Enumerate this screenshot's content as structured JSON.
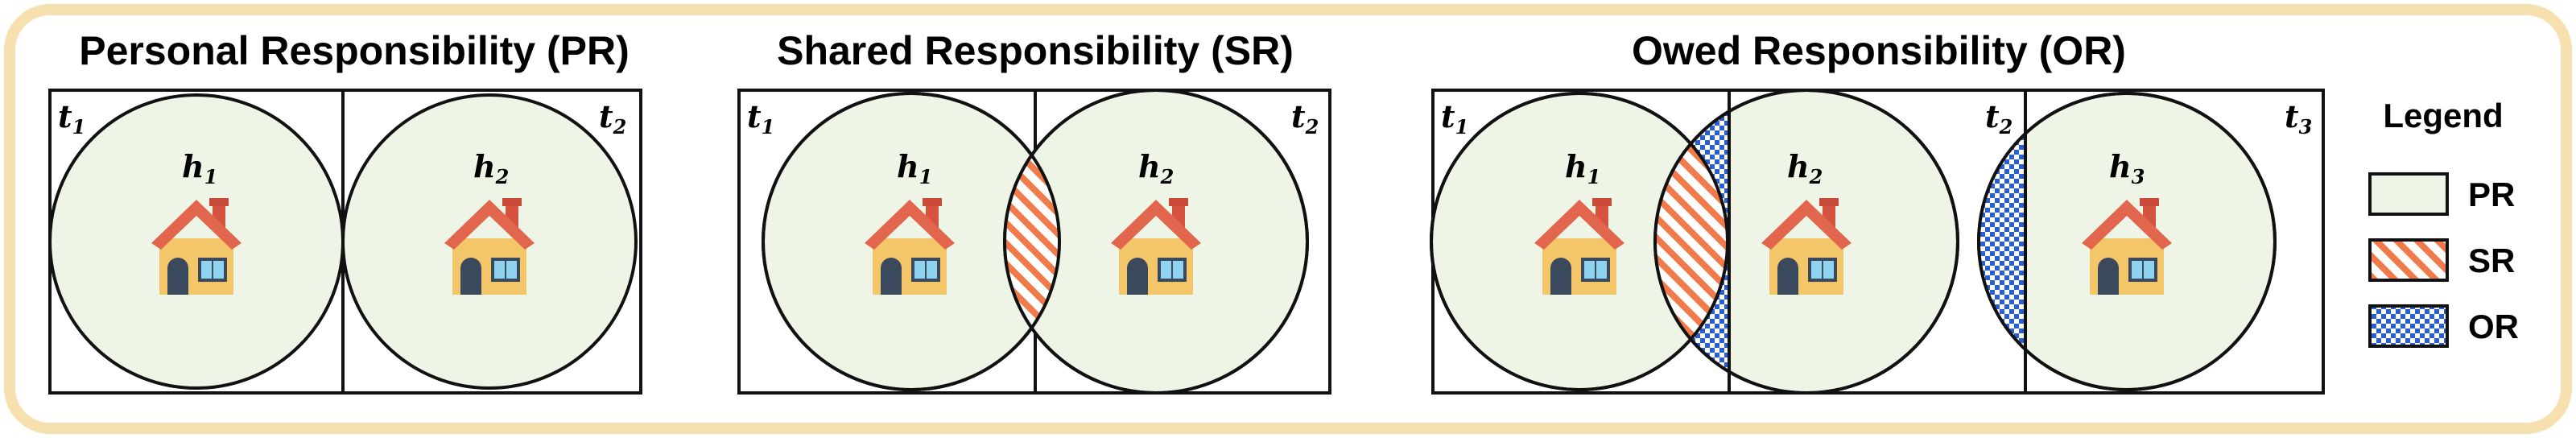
{
  "panels": [
    {
      "title": "Personal Responsibility (PR)",
      "tiles": [
        "t1",
        "t2"
      ],
      "houses": [
        "h1",
        "h2"
      ]
    },
    {
      "title": "Shared Responsibility (SR)",
      "tiles": [
        "t1",
        "t2"
      ],
      "houses": [
        "h1",
        "h2"
      ]
    },
    {
      "title": "Owed Responsibility (OR)",
      "tiles": [
        "t1",
        "t2",
        "t3"
      ],
      "houses": [
        "h1",
        "h2",
        "h3"
      ]
    }
  ],
  "legend": {
    "title": "Legend",
    "items": [
      {
        "label": "PR",
        "pattern": "pr-fill",
        "color": "#eef5e6"
      },
      {
        "label": "SR",
        "pattern": "sr-hatch",
        "color": "#f07a4a"
      },
      {
        "label": "OR",
        "pattern": "or-checker",
        "color": "#2a5fd0"
      }
    ]
  },
  "colors": {
    "frame": "#f7e0b0",
    "circle_fill": "#eef5e6",
    "stroke": "#111111"
  }
}
